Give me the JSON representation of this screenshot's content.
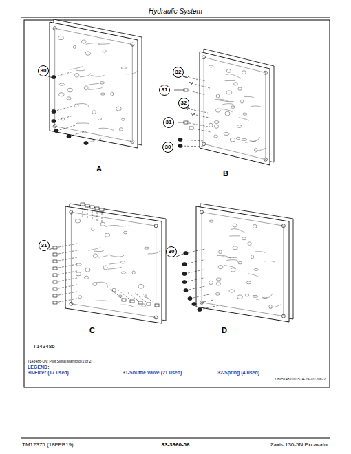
{
  "diagram": {
    "title": "Hydraulic System",
    "caption": "T143486-UN: Pilot Signal Manifold (2 of 2)",
    "labels": [
      "30",
      "32",
      "31",
      "32",
      "31",
      "30",
      "31",
      "30",
      "A",
      "B",
      "C",
      "D",
      "T143486",
      "LEGEND:",
      "DB95148,000157A-19-20120822",
      "TM12375 (18FEB19)",
      "33-3360-56",
      "Zaxis 130-5N Excavator"
    ],
    "legend": [
      {
        "text": "30-Filter (17 used)"
      },
      {
        "text": "31-Shuttle Valve (21 used)"
      },
      {
        "text": "32-Spring (4 used)"
      }
    ]
  }
}
